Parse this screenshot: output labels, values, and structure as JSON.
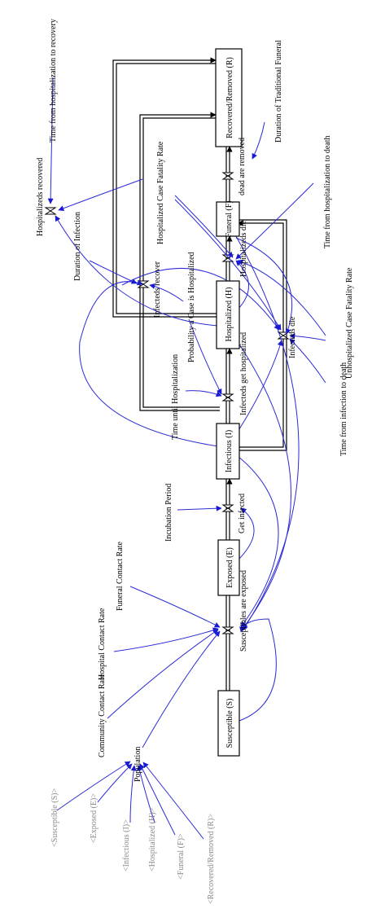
{
  "colors": {
    "stock_border": "#000000",
    "flow_pipe": "#000000",
    "link": "#2b2bd6",
    "arrow_head": "#1a1ad0",
    "label": "#000000",
    "shadow_variable": "#8a8a8a"
  },
  "stocks": {
    "susceptible": "Susceptible (S)",
    "exposed": "Exposed (E)",
    "infectious": "Infectious (I)",
    "hospitalized": "Hospitalized (H)",
    "funeral": "Funeral (F)",
    "recovered": "Recovered/Removed (R)"
  },
  "flows": {
    "susceptibles_exposed": "Susceptibles are exposed",
    "get_infected": "Get infected",
    "infecteds_hospitalized": "Infecteds get hospitalized",
    "infecteds_recover": "Infecteds recover",
    "infecteds_die": "Infecteds die",
    "hospitalizeds_die": "Hospitalizeds die",
    "hospitalizeds_recovered": "Hospitalizeds recovered",
    "dead_removed": "dead are removed"
  },
  "variables": {
    "population": "Population",
    "community_contact_rate": "Community Contact Rate",
    "hospital_contact_rate": "Hospital Contact Rate",
    "funeral_contact_rate": "Funeral Contact Rate",
    "incubation_period": "Incubation Period",
    "time_until_hospitalization": "Time until Hospitalization",
    "probability_hospitalized": "Probability a Case is Hospitalized",
    "duration_of_infection": "Duration of Infection",
    "time_hosp_to_recovery": "Time from hospitalization to recovery",
    "hospitalized_cfr": "Hospitalized Case Fatality Rate",
    "duration_traditional_funeral": "Duration of Traditional Funeral",
    "time_hosp_to_death": "Time from hospitalization to death",
    "unhospitalized_cfr": "Unhospitalized Case Fatality Rate",
    "time_infection_to_death": "Time from infection to death"
  },
  "shadow_variables": {
    "susceptible": "<Susceptible (S)>",
    "exposed": "<Exposed (E)>",
    "infectious": "<Infectious (I)>",
    "hospitalized": "<Hospitalized (H)>",
    "funeral": "<Funeral (F)>",
    "recovered": "<Recovered/Removed (R)>"
  }
}
